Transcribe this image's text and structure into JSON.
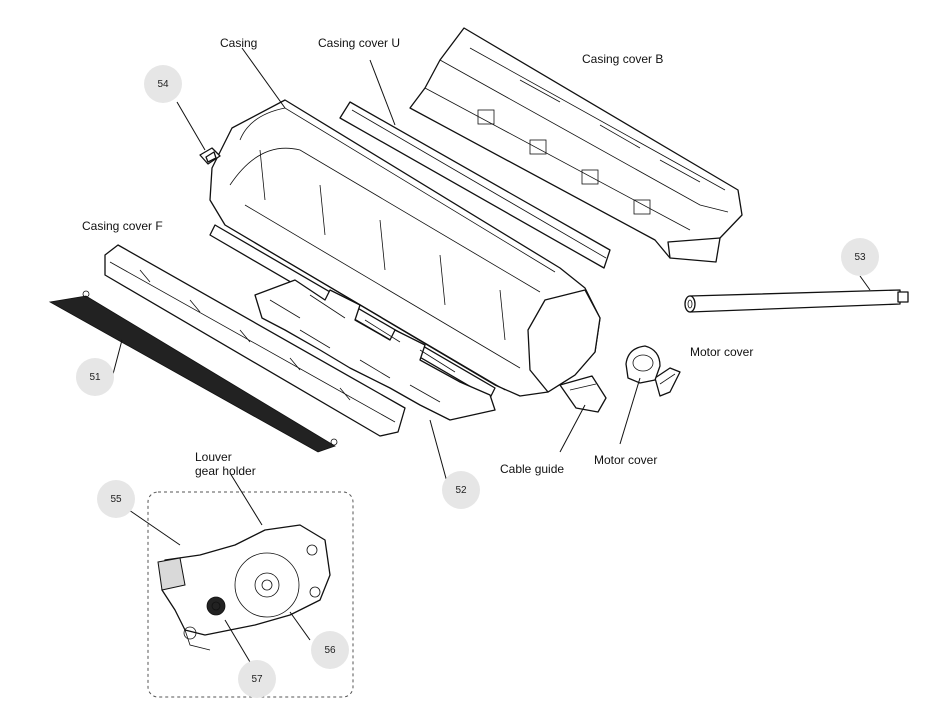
{
  "labels": {
    "casing": "Casing",
    "casing_cover_u": "Casing cover U",
    "casing_cover_b": "Casing cover B",
    "casing_cover_f": "Casing cover F",
    "motor_cover_top": "Motor cover",
    "motor_cover_bottom": "Motor cover",
    "cable_guide": "Cable guide",
    "louver_gear_holder_line1": "Louver",
    "louver_gear_holder_line2": "gear holder"
  },
  "callouts": {
    "c51": "51",
    "c52": "52",
    "c53": "53",
    "c54": "54",
    "c55": "55",
    "c56": "56",
    "c57": "57"
  }
}
